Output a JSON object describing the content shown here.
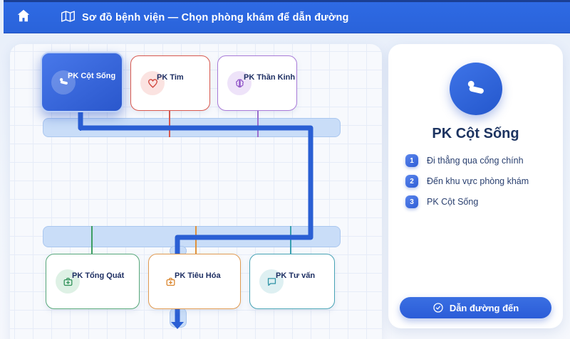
{
  "header": {
    "title": "Sơ đồ bệnh viện — Chọn phòng khám để dẫn đường"
  },
  "map": {
    "rooms": [
      {
        "label": "PK Cột Sống",
        "icon": "bone-icon",
        "color": "#2e5fd0",
        "selected": true
      },
      {
        "label": "PK Tim",
        "icon": "heart-icon",
        "color": "#d8584e",
        "selected": false
      },
      {
        "label": "PK Thần Kinh",
        "icon": "brain-icon",
        "color": "#a87ad8",
        "selected": false
      },
      {
        "label": "PK Tổng Quát",
        "icon": "medical-bag-icon",
        "color": "#57a87a",
        "selected": false
      },
      {
        "label": "PK Tiêu Hóa",
        "icon": "medical-bag-icon",
        "color": "#e09a50",
        "selected": false
      },
      {
        "label": "PK Tư vấn",
        "icon": "chat-bubble-icon",
        "color": "#47a3b5",
        "selected": false
      }
    ],
    "route_color": "#2a5fd4",
    "corridor_color": "#c9ddf8"
  },
  "sidebar": {
    "room_title": "PK Cột Sống",
    "room_icon": "bone-icon",
    "steps": [
      {
        "num": "1",
        "text": "Đi thẳng qua cổng chính"
      },
      {
        "num": "2",
        "text": "Đến khu vực phòng khám"
      },
      {
        "num": "3",
        "text": "PK Cột Sống"
      }
    ],
    "button_label": "Dẫn đường đến"
  }
}
